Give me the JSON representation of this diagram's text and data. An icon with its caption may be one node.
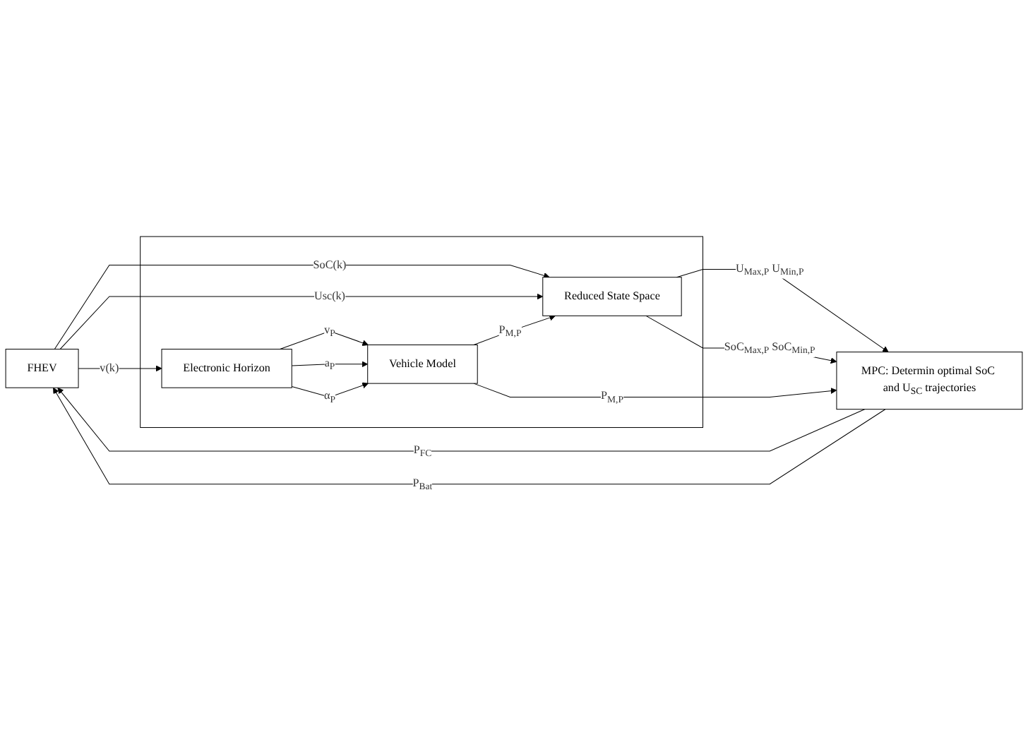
{
  "diagram": {
    "nodes": [
      {
        "text": [
          "FHEV"
        ]
      },
      {
        "text": [],
        "shape": "box"
      },
      {
        "text": [
          "Electronic Horizon"
        ],
        "in": 1
      },
      {
        "text": [
          "Reduced State Space"
        ],
        "in": 1
      },
      {
        "text": [
          "Vehicle Model"
        ],
        "in": 1
      },
      {
        "text": [
          "MPC: Determin optimal SoC and U$_{SC}$ trajectories"
        ]
      }
    ],
    "edges": [
      {
        "from": 0,
        "to": 2,
        "arrow": "to",
        "label": "v(k)"
      },
      {
        "from": 0,
        "to": 3,
        "arrow": "to",
        "label": "SoC(k)"
      },
      {
        "from": 0,
        "to": 3,
        "arrow": "to",
        "label": "Usc(k)"
      },
      {
        "from": 2,
        "to": 4,
        "arrow": "to",
        "label": "v$_{P}$"
      },
      {
        "from": 2,
        "to": 4,
        "arrow": "to",
        "label": "a$_{P}$"
      },
      {
        "from": 2,
        "to": 4,
        "arrow": "to",
        "label": "α$_{P}$"
      },
      {
        "from": 4,
        "to": 3,
        "arrow": "to",
        "label": "P$_{M,P}$"
      },
      {
        "from": 3,
        "to": 5,
        "arrow": "to",
        "label": "U$_{Max,P}$ U$_{Min,P}$"
      },
      {
        "from": 3,
        "to": 5,
        "arrow": "to",
        "label": "SoC$_{Max,P}$ SoC$_{Min,P}$"
      },
      {
        "from": 4,
        "to": 5,
        "arrow": "to",
        "label": "P$_{M,P}$"
      },
      {
        "from": 5,
        "to": 0,
        "arrow": "to",
        "label": "P$_{FC}$"
      },
      {
        "from": 5,
        "to": 0,
        "arrow": "to",
        "label": "P$_{Bat}$"
      }
    ]
  }
}
